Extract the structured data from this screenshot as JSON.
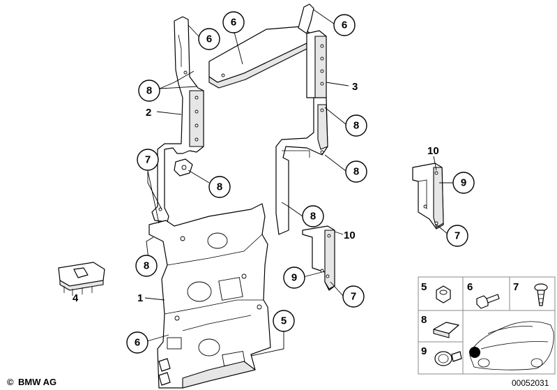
{
  "brand": {
    "copyright_symbol": "©",
    "name": "BMW AG"
  },
  "diagram_id": "00052031",
  "callouts": {
    "c6_top_left": "6",
    "c6_top_mid": "6",
    "c6_top_right": "6",
    "c3": "3",
    "c8_upper_left": "8",
    "c2": "2",
    "c8_right_a": "8",
    "c7_left": "7",
    "c8_mid_left": "8",
    "c8_right_b": "8",
    "c8_center": "8",
    "c10_center": "10",
    "c8_lower_left": "8",
    "c9_center": "9",
    "c7_center": "7",
    "c1": "1",
    "c4": "4",
    "c5": "5",
    "c6_bottom_left": "6",
    "c10_right": "10",
    "c9_right": "9",
    "c7_right": "7"
  },
  "legend": {
    "cells": [
      "5",
      "6",
      "7",
      "8",
      "9"
    ]
  },
  "colors": {
    "line": "#000000",
    "shade": "#e6e6e6",
    "legend_border": "#888888",
    "marker": "#000000"
  }
}
